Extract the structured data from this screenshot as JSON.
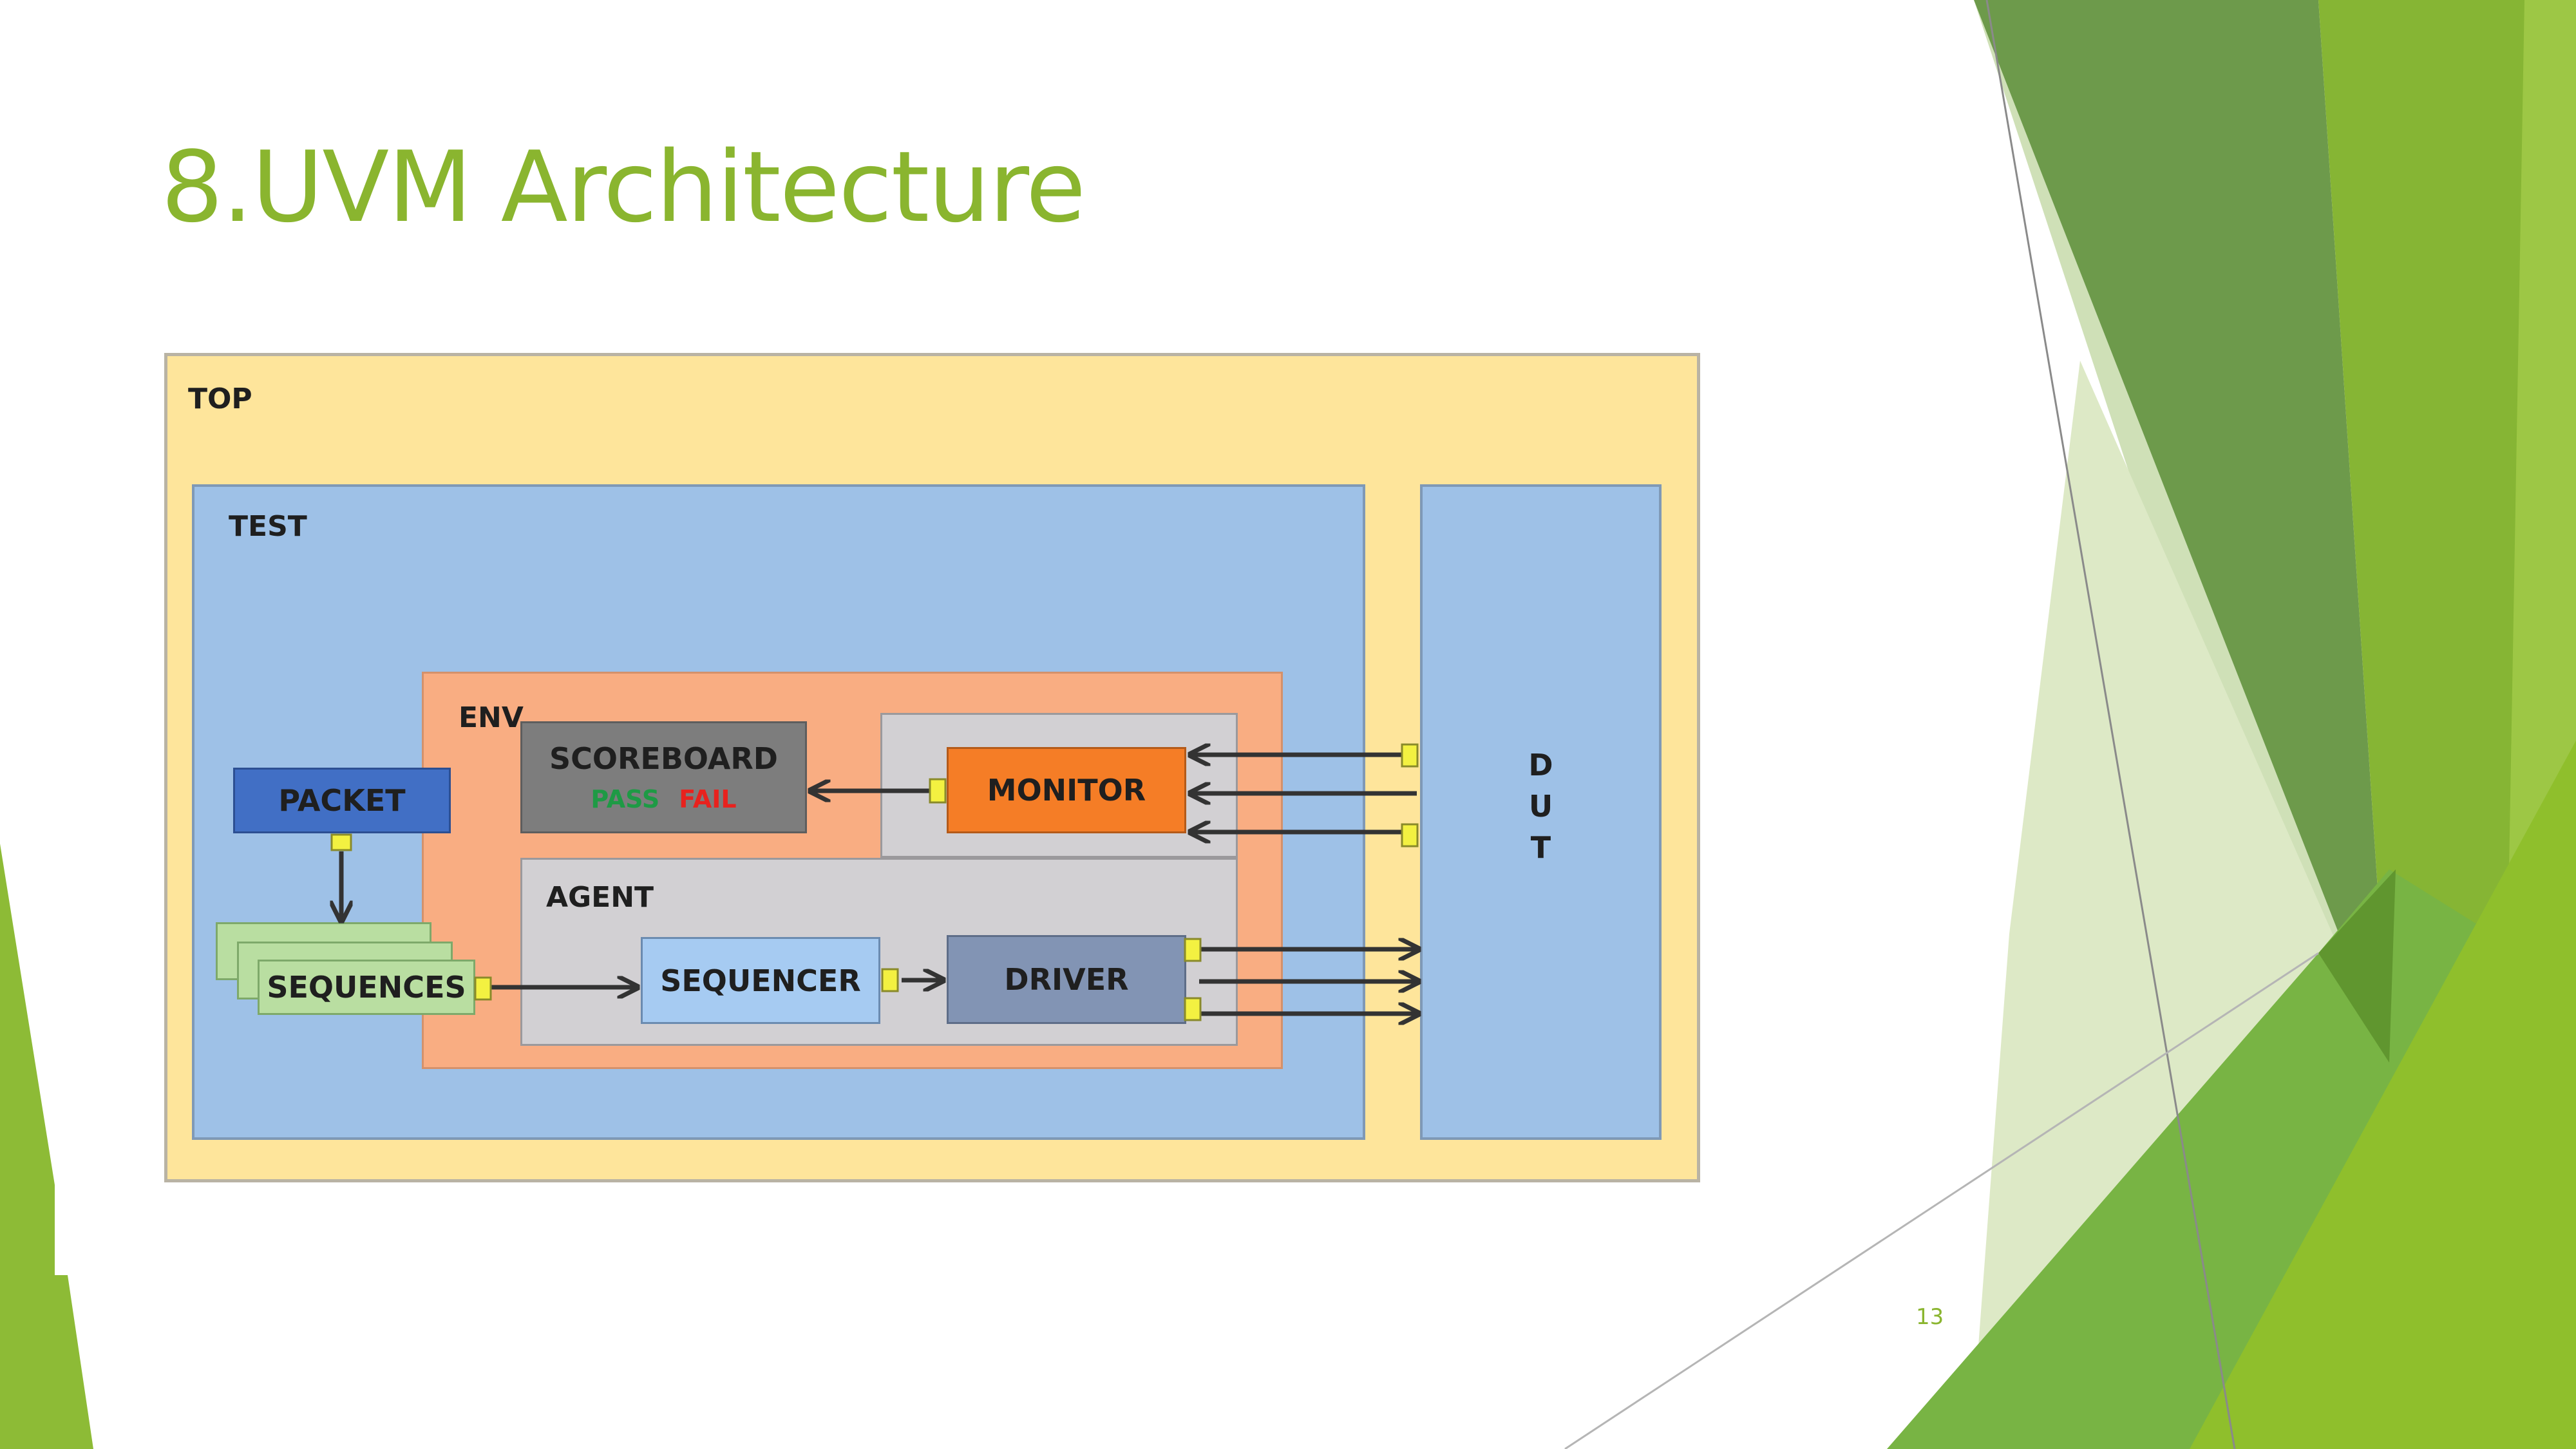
{
  "slide": {
    "title": "8.UVM Architecture",
    "page_number": "13"
  },
  "diagram": {
    "top_label": "TOP",
    "test_label": "TEST",
    "env_label": "ENV",
    "agent_label": "AGENT",
    "scoreboard_label": "SCOREBOARD",
    "scoreboard_pass": "PASS",
    "scoreboard_fail": "FAIL",
    "monitor_label": "MONITOR",
    "packet_label": "PACKET",
    "sequences_label": "SEQUENCES",
    "sequencer_label": "SEQUENCER",
    "driver_label": "DRIVER",
    "dut_letters": [
      "D",
      "U",
      "T"
    ]
  },
  "colors": {
    "title_green": "#8ab52f",
    "top_fill": "#fee59b",
    "test_fill": "#9ec1e7",
    "env_fill": "#f9ad82",
    "agent_fill": "#d2d0d3",
    "monitor_fill": "#f57d26",
    "scoreboard_fill": "#7d7d7d",
    "packet_fill": "#416fc5",
    "sequencer_fill": "#a6cbf2",
    "driver_fill": "#8294b4",
    "sequences_fill": "#b9dea1",
    "port_yellow": "#f3f141"
  }
}
